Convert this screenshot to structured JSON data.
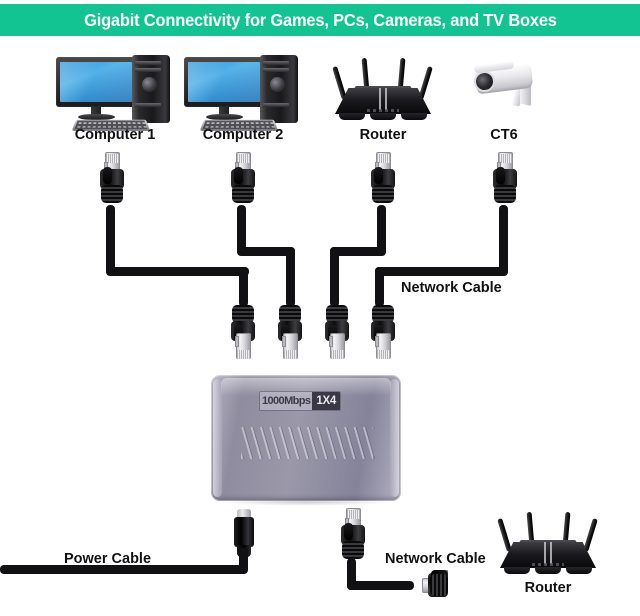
{
  "banner": {
    "title": "Gigabit Connectivity for Games, PCs, Cameras, and TV Boxes",
    "bg_color": "#12c492",
    "text_color": "#ffffff"
  },
  "devices": {
    "top": [
      {
        "id": "computer-1",
        "label": "Computer 1",
        "icon": "desktop-computer-icon"
      },
      {
        "id": "computer-2",
        "label": "Computer 2",
        "icon": "desktop-computer-icon"
      },
      {
        "id": "router-top",
        "label": "Router",
        "icon": "wifi-router-icon"
      },
      {
        "id": "camera-ct6",
        "label": "CT6",
        "icon": "security-camera-icon"
      }
    ],
    "bottom": [
      {
        "id": "router-bottom",
        "label": "Router",
        "icon": "wifi-router-icon"
      }
    ]
  },
  "switch": {
    "speed_label": "1000Mbps",
    "ports_label": "1X4",
    "body_color": "#9a98a9",
    "badge_color": "#3a3844"
  },
  "cable_labels": {
    "network_cable_top": "Network Cable",
    "power_cable": "Power Cable",
    "network_cable_bottom": "Network Cable"
  },
  "connectors": {
    "rj45_icon": "rj45-connector-icon",
    "usbc_icon": "usb-c-connector-icon"
  },
  "colors": {
    "cable": "#111113",
    "background": "#ffffff"
  }
}
